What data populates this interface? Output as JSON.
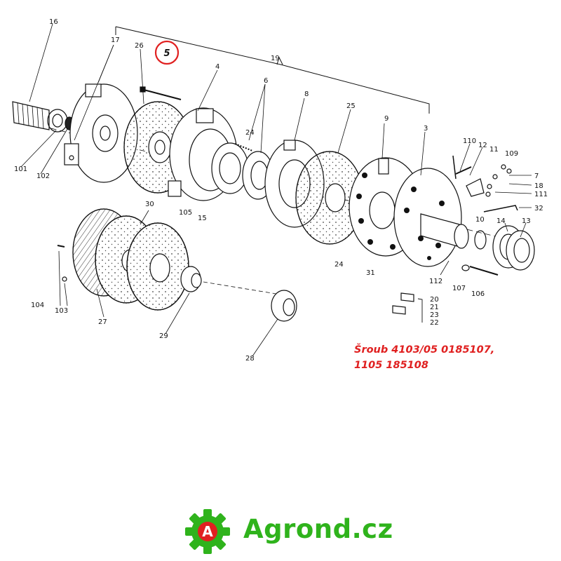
{
  "diagram": {
    "part_numbers": [
      "16",
      "17",
      "26",
      "5",
      "4",
      "19",
      "6",
      "8",
      "25",
      "9",
      "3",
      "24",
      "101",
      "102",
      "105",
      "15",
      "110",
      "12",
      "11",
      "109",
      "7",
      "18",
      "111",
      "32",
      "10",
      "14",
      "13",
      "112",
      "107",
      "106",
      "30",
      "104",
      "103",
      "27",
      "29",
      "28",
      "31",
      "20",
      "21",
      "22",
      "23"
    ]
  },
  "annotation": {
    "line1": "Šroub 4103/05 0185107,",
    "line2": "1105 185108"
  },
  "brand": {
    "logo_letter": "A",
    "name": "Agrond.cz",
    "colors": {
      "green": "#2fb31c",
      "red": "#e02020"
    }
  }
}
